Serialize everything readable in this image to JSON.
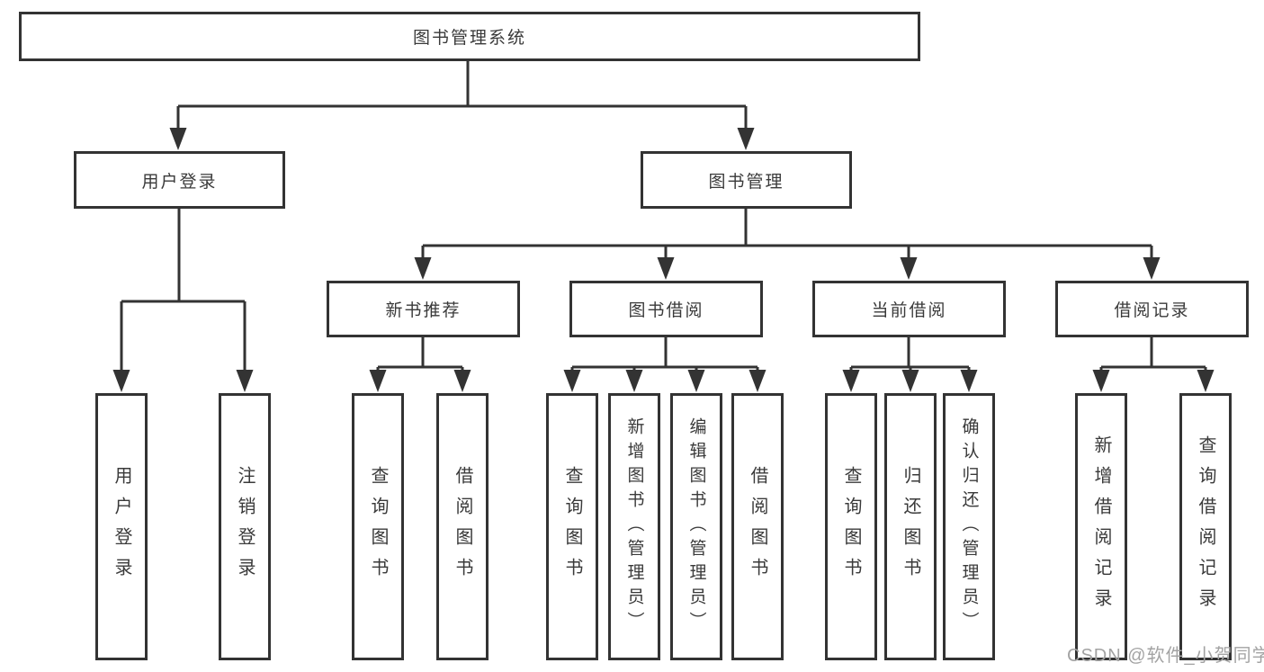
{
  "root": {
    "label": "图书管理系统"
  },
  "branches": {
    "user_login": {
      "label": "用户登录",
      "children": [
        "用户登录",
        "注销登录"
      ]
    },
    "book_management": {
      "label": "图书管理"
    }
  },
  "modules": [
    {
      "label": "新书推荐",
      "children": [
        "查询图书",
        "借阅图书"
      ]
    },
    {
      "label": "图书借阅",
      "children": [
        "查询图书",
        "新增图书（管理员）",
        "编辑图书（管理员）",
        "借阅图书"
      ]
    },
    {
      "label": "当前借阅",
      "children": [
        "查询图书",
        "归还图书",
        "确认归还（管理员）"
      ]
    },
    {
      "label": "借阅记录",
      "children": [
        "新增借阅记录",
        "查询借阅记录"
      ]
    }
  ],
  "watermark": "CSDN @软件_小贺同学",
  "colors": {
    "line": "#333333",
    "text": "#3a3a3a",
    "watermark": "#a3a3a3"
  }
}
